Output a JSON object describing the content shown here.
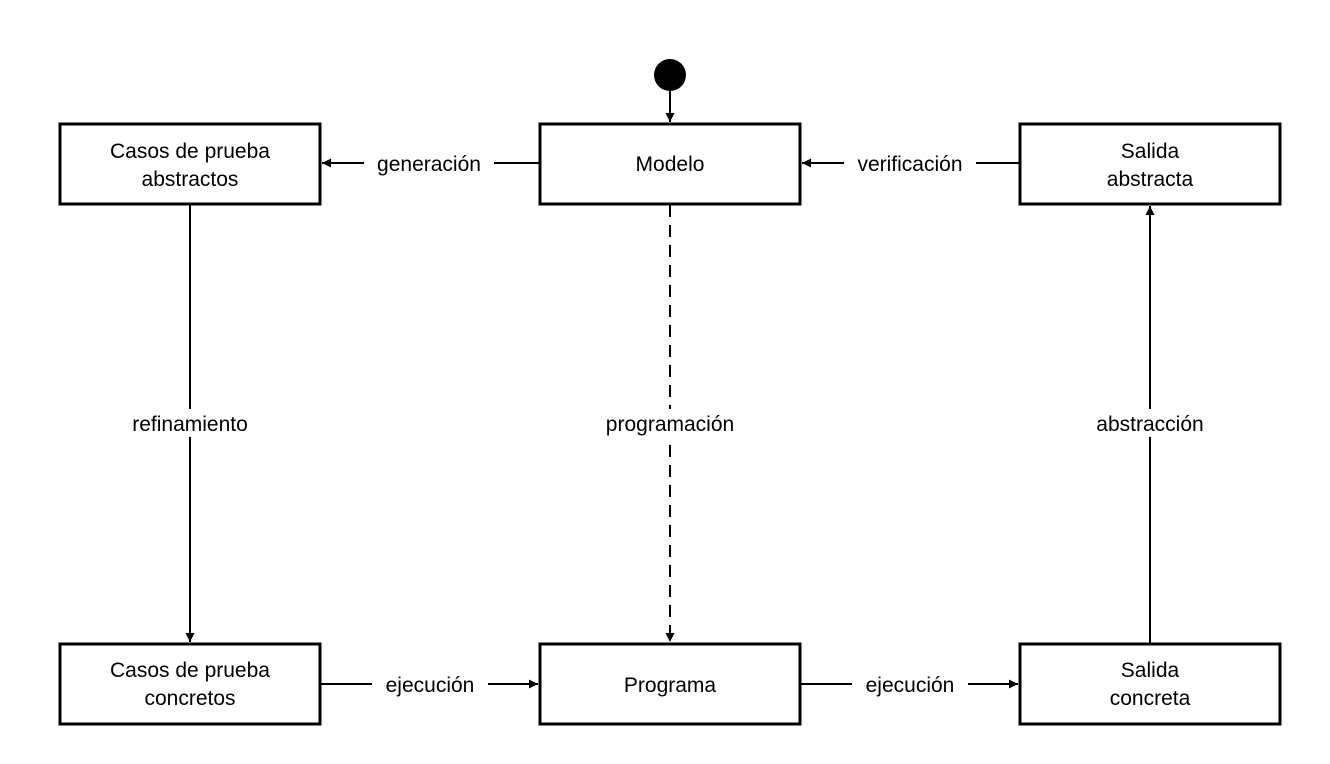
{
  "nodes": {
    "modelo": {
      "lines": [
        "Modelo"
      ]
    },
    "casos_abstractos": {
      "lines": [
        "Casos de prueba",
        "abstractos"
      ]
    },
    "salida_abstracta": {
      "lines": [
        "Salida",
        "abstracta"
      ]
    },
    "casos_concretos": {
      "lines": [
        "Casos de prueba",
        "concretos"
      ]
    },
    "programa": {
      "lines": [
        "Programa"
      ]
    },
    "salida_concreta": {
      "lines": [
        "Salida",
        "concreta"
      ]
    }
  },
  "edges": {
    "generacion": "generación",
    "verificacion": "verificación",
    "refinamiento": "refinamiento",
    "programacion": "programación",
    "abstraccion": "abstracción",
    "ejecucion_1": "ejecución",
    "ejecucion_2": "ejecución"
  },
  "colors": {
    "stroke": "#000000",
    "fill": "#ffffff"
  }
}
